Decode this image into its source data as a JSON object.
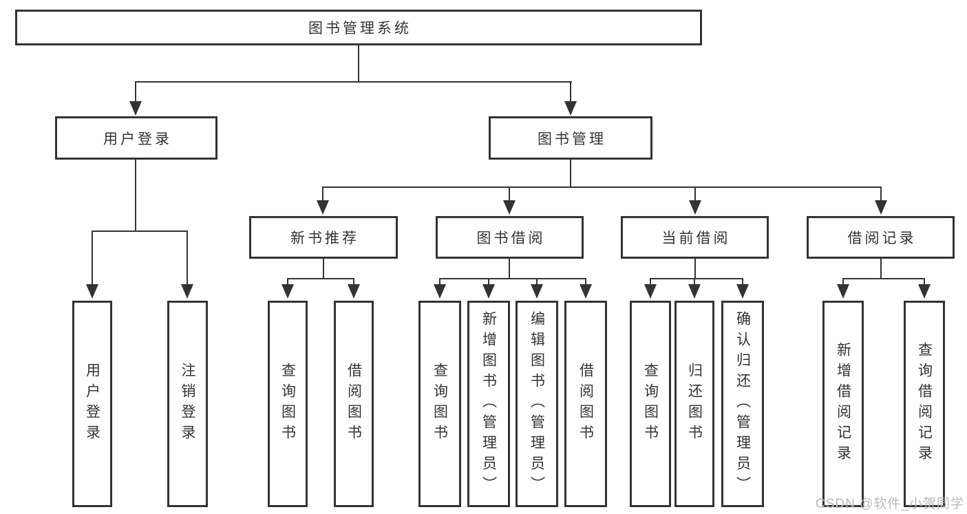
{
  "nodes": {
    "root": {
      "label": "图书管理系统"
    },
    "user_login": {
      "label": "用户登录",
      "children": [
        {
          "label": "用户登录"
        },
        {
          "label": "注销登录"
        }
      ]
    },
    "book_mgmt": {
      "label": "图书管理",
      "children": [
        {
          "label": "新书推荐"
        },
        {
          "label": "图书借阅"
        },
        {
          "label": "当前借阅"
        },
        {
          "label": "借阅记录"
        }
      ]
    },
    "new_book_rec": {
      "label": "新书推荐",
      "children": [
        {
          "label": "查询图书"
        },
        {
          "label": "借阅图书"
        }
      ]
    },
    "book_borrow": {
      "label": "图书借阅",
      "children": [
        {
          "label": "查询图书"
        },
        {
          "label": "新增图书（管理员）"
        },
        {
          "label": "编辑图书（管理员）"
        },
        {
          "label": "借阅图书"
        }
      ]
    },
    "current_borrow": {
      "label": "当前借阅",
      "children": [
        {
          "label": "查询图书"
        },
        {
          "label": "归还图书"
        },
        {
          "label": "确认归还（管理员）"
        }
      ]
    },
    "borrow_records": {
      "label": "借阅记录",
      "children": [
        {
          "label": "新增借阅记录"
        },
        {
          "label": "查询借阅记录"
        }
      ]
    }
  },
  "watermark": {
    "text": "CSDN @软件_小贺同学"
  },
  "colors": {
    "line": "#333333",
    "text": "#333333",
    "watermark": "#b9b9b9"
  }
}
